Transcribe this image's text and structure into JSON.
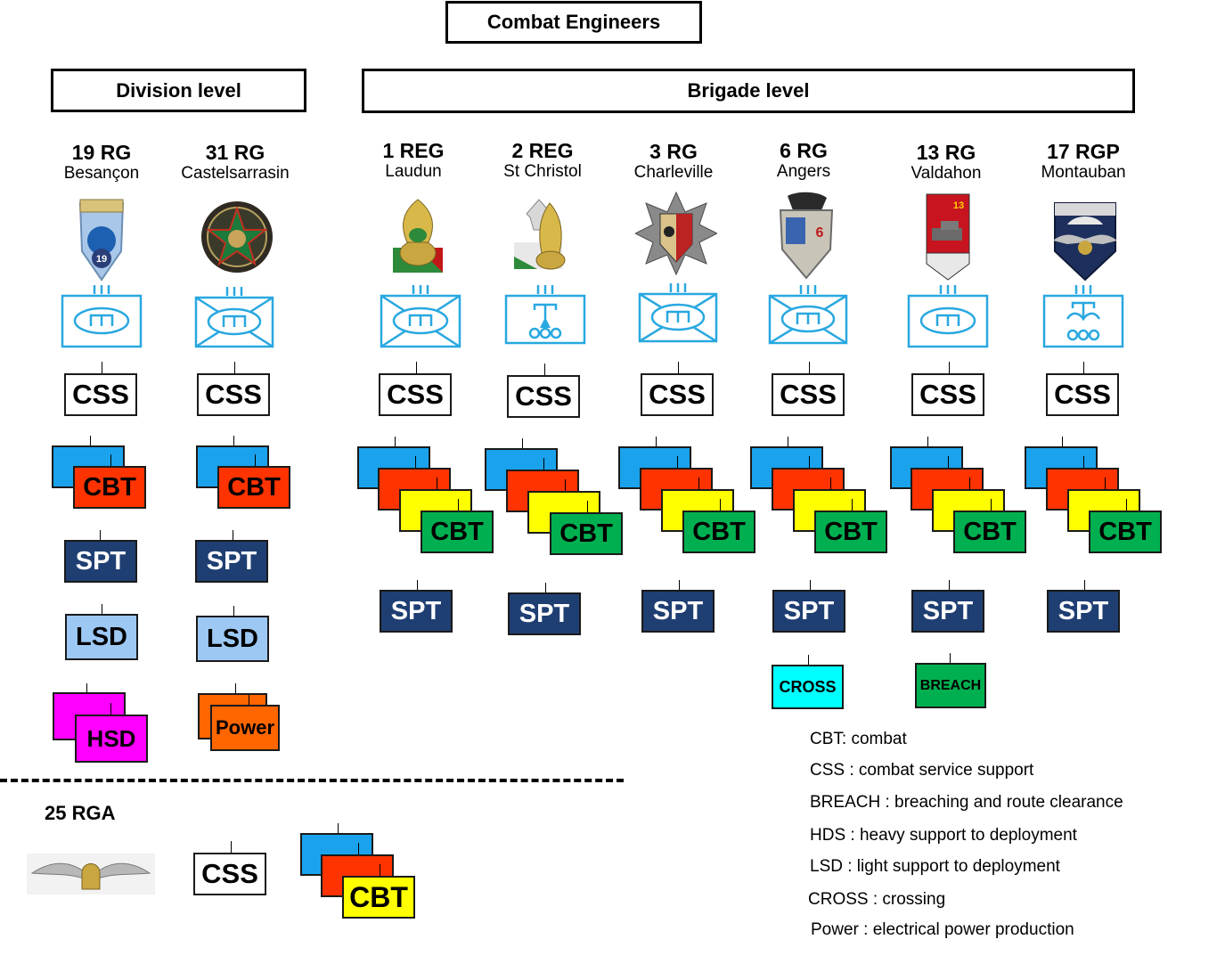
{
  "title": "Combat Engineers",
  "division_header": "Division level",
  "brigade_header": "Brigade level",
  "units": [
    {
      "name": "19 RG",
      "location": "Besançon",
      "badge": "shield-badge-19"
    },
    {
      "name": "31 RG",
      "location": "Castelsarrasin",
      "badge": "star-badge-31"
    },
    {
      "name": "1 REG",
      "location": "Laudun",
      "badge": "grenade-badge-legion"
    },
    {
      "name": "2 REG",
      "location": "St Christol",
      "badge": "grenade-badge-pagoda"
    },
    {
      "name": "3 RG",
      "location": "Charleville",
      "badge": "star-badge-3"
    },
    {
      "name": "6 RG",
      "location": "Angers",
      "badge": "shield-badge-6"
    },
    {
      "name": "13 RG",
      "location": "Valdahon",
      "badge": "tank-badge-13"
    },
    {
      "name": "17 RGP",
      "location": "Montauban",
      "badge": "parachute-badge-17"
    }
  ],
  "labels": {
    "css": "CSS",
    "cbt": "CBT",
    "spt": "SPT",
    "lsd": "LSD",
    "hsd": "HSD",
    "power": "Power",
    "cross": "CROSS",
    "breach": "BREACH"
  },
  "rga": {
    "name": "25 RGA",
    "badge": "winged-helmet-badge"
  },
  "legend": [
    "CBT: combat",
    "CSS : combat service support",
    "BREACH : breaching and route clearance",
    "HDS : heavy support to deployment",
    "LSD : light support to deployment",
    "CROSS : crossing",
    "Power : electrical power production"
  ],
  "colors": {
    "symbol": "#29a8e0",
    "blue": "#1aa3ec",
    "red": "#ff3300",
    "yellow": "#ffff00",
    "green": "#00b050",
    "spt": "#1f3f73",
    "lsd": "#9dc8f4",
    "hsd": "#ff00ff",
    "power": "#ff6600",
    "cross": "#00ffff"
  }
}
